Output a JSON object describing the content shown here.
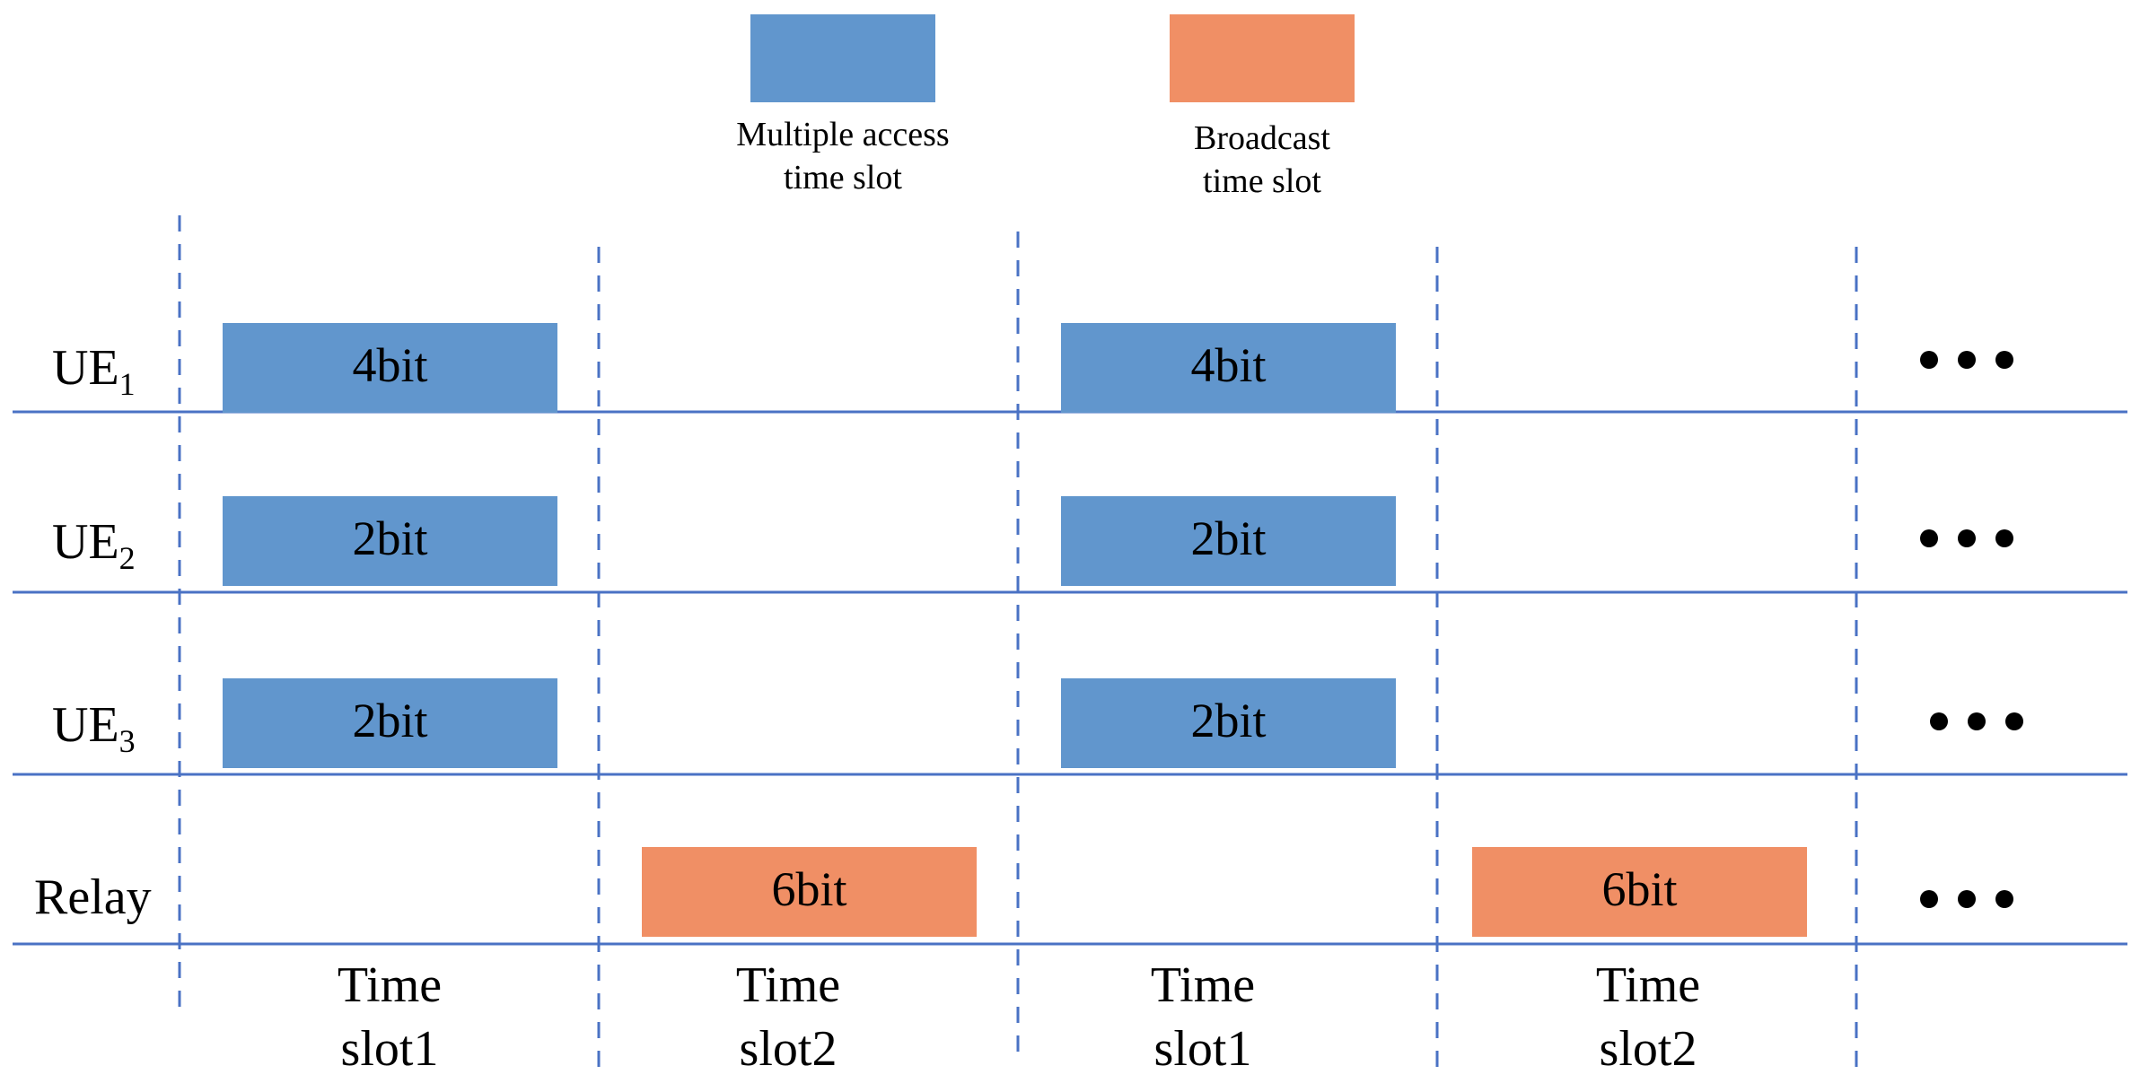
{
  "colors": {
    "multiple_access": "#6196cd",
    "broadcast": "#f08f65",
    "row_line": "#4a72c4",
    "divider": "#4a72c4"
  },
  "legend": [
    {
      "key": "multiple_access",
      "lines": [
        "Multiple access",
        "time slot"
      ]
    },
    {
      "key": "broadcast",
      "lines": [
        "Broadcast",
        "time slot"
      ]
    }
  ],
  "rows": [
    {
      "label": "UE",
      "sub": "1"
    },
    {
      "label": "UE",
      "sub": "2"
    },
    {
      "label": "UE",
      "sub": "3"
    },
    {
      "label": "Relay",
      "sub": ""
    }
  ],
  "slots": [
    {
      "lines": [
        "Time",
        "slot1"
      ]
    },
    {
      "lines": [
        "Time",
        "slot2"
      ]
    },
    {
      "lines": [
        "Time",
        "slot1"
      ]
    },
    {
      "lines": [
        "Time",
        "slot2"
      ]
    }
  ],
  "blocks": [
    {
      "row": 0,
      "slot": 0,
      "type": "multiple_access",
      "label": "4bit"
    },
    {
      "row": 0,
      "slot": 2,
      "type": "multiple_access",
      "label": "4bit"
    },
    {
      "row": 1,
      "slot": 0,
      "type": "multiple_access",
      "label": "2bit"
    },
    {
      "row": 1,
      "slot": 2,
      "type": "multiple_access",
      "label": "2bit"
    },
    {
      "row": 2,
      "slot": 0,
      "type": "multiple_access",
      "label": "2bit"
    },
    {
      "row": 2,
      "slot": 2,
      "type": "multiple_access",
      "label": "2bit"
    },
    {
      "row": 3,
      "slot": 1,
      "type": "broadcast",
      "label": "6bit"
    },
    {
      "row": 3,
      "slot": 3,
      "type": "broadcast",
      "label": "6bit"
    }
  ],
  "continuation": "•••"
}
